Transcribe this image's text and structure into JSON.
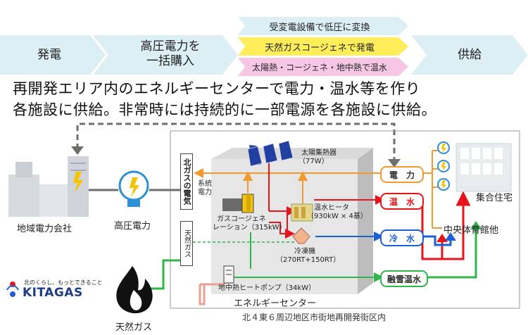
{
  "flow": {
    "step1": "発電",
    "step2_line1": "高圧電力を",
    "step2_line2": "一括購入",
    "mid_top": "受変電設備で低圧に変換",
    "mid_middle": "天然ガスコージェネで発電",
    "mid_bottom": "太陽熱・コージェネ・地中熱で温水",
    "step4": "供給"
  },
  "headline": {
    "line1": "再開発エリア内のエネルギーセンターで電力・温水等を作り",
    "line2": "各施設に供給。非常時には持続的に一部電源を各施設に供給。"
  },
  "diagram": {
    "utility_company": "地域電力会社",
    "high_voltage": "高圧電力",
    "hokkaido_gas_vertical": "北ガスの電気",
    "grid_power_line1": "系統",
    "grid_power_line2": "電力",
    "natural_gas_vertical": "天然ガス",
    "solar_collector_line1": "太陽集熱器",
    "solar_collector_line2": "（77W）",
    "cogen_line1": "ガスコージェネ",
    "cogen_line2": "レーション（315kW）",
    "heater_line1": "温水ヒータ",
    "heater_line2": "（930kW × 4基）",
    "chiller_line1": "冷凍機",
    "chiller_line2": "（270RT+150RT）",
    "heatpump": "地中熱ヒートポンプ（34kW）",
    "energy_center": "エネルギーセンター",
    "out_power": "電　力",
    "out_hotwater": "温　水",
    "out_coldwater": "冷　水",
    "out_snowmelt": "融雪温水",
    "housing": "集合住宅",
    "gym": "中央体育館他",
    "kitagas_tagline": "北のくらし、もっとできること",
    "kitagas_logo": "KITAGAS",
    "natural_gas_source": "天然ガス",
    "district_caption": "北４東６周辺地区市街地再開発街区内"
  },
  "colors": {
    "power_orange": "#f39a2e",
    "hotwater_red": "#e8141b",
    "coldwater_blue": "#1e5fd6",
    "snowmelt_green": "#2fb54a",
    "grey_line": "#6e6e6e",
    "step_blue": "#dbeff5",
    "mid_yellow": "#ffee5a",
    "mid_pink": "#f6c7e5"
  }
}
